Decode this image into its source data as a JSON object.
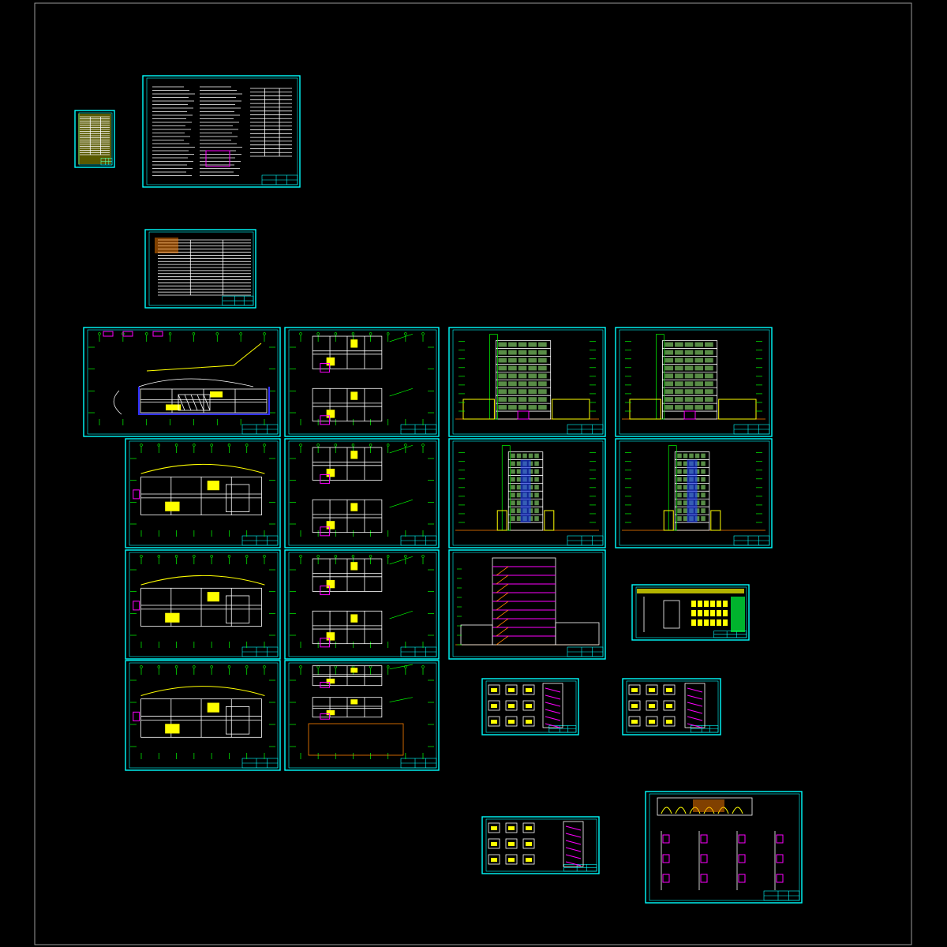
{
  "drawing": {
    "title": "",
    "colors": {
      "background": "#000000",
      "frame": "#00ffff",
      "wall": "#ffff00",
      "line": "#ffffff",
      "axis": "#00ff00",
      "accent": "#ff00ff",
      "fill": "#ff8000"
    }
  },
  "sheets": [
    {
      "id": "index-table",
      "kind": "table"
    },
    {
      "id": "design-notes",
      "kind": "notes"
    },
    {
      "id": "energy-table",
      "kind": "table"
    },
    {
      "id": "site-plan",
      "kind": "plan"
    },
    {
      "id": "plan-2",
      "kind": "plan"
    },
    {
      "id": "front-elevation",
      "kind": "elevation"
    },
    {
      "id": "back-elevation",
      "kind": "elevation"
    },
    {
      "id": "plan-3",
      "kind": "plan"
    },
    {
      "id": "plan-4",
      "kind": "plan"
    },
    {
      "id": "side-elevation-1",
      "kind": "elevation"
    },
    {
      "id": "side-elevation-2",
      "kind": "elevation"
    },
    {
      "id": "plan-5",
      "kind": "plan"
    },
    {
      "id": "plan-6",
      "kind": "plan"
    },
    {
      "id": "section",
      "kind": "section"
    },
    {
      "id": "detail-color",
      "kind": "detail"
    },
    {
      "id": "plan-7",
      "kind": "plan"
    },
    {
      "id": "roof-plan",
      "kind": "plan"
    },
    {
      "id": "stair-detail-1",
      "kind": "detail"
    },
    {
      "id": "stair-detail-2",
      "kind": "detail"
    },
    {
      "id": "stair-detail-3",
      "kind": "detail"
    },
    {
      "id": "wall-detail",
      "kind": "detail"
    }
  ]
}
